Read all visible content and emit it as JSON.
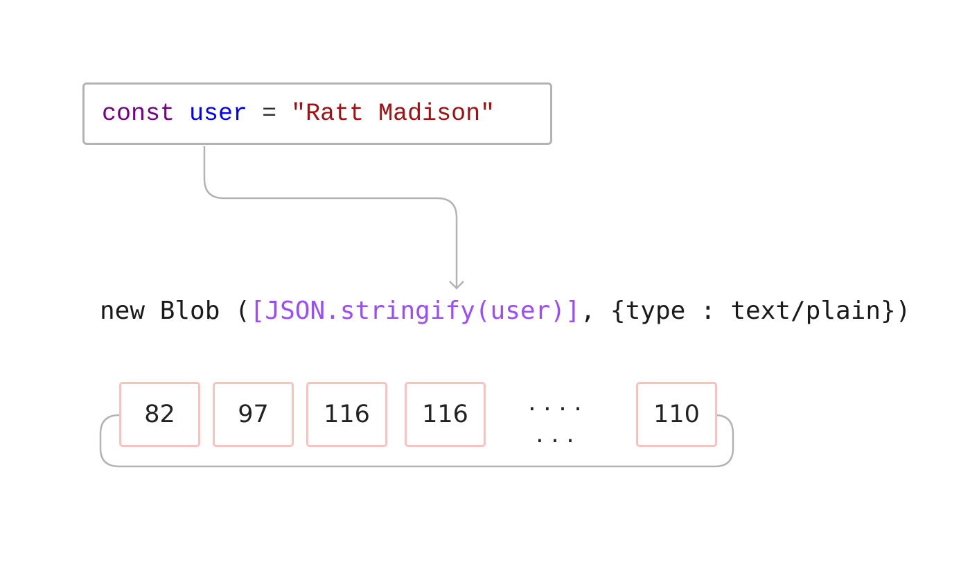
{
  "code_box": {
    "keyword": "const",
    "variable": "user",
    "operator": "=",
    "string": "\"Ratt Madison\""
  },
  "blob_expression": {
    "prefix": "new Blob (",
    "highlight": "[JSON.stringify(user)]",
    "suffix": ", {type : text/plain})"
  },
  "bytes": [
    "82",
    "97",
    "116",
    "116",
    "110"
  ],
  "ellipsis": {
    "line1": "....",
    "line2": "..."
  },
  "colors": {
    "keyword": "#770088",
    "variable": "#0000ff",
    "string": "#a11111",
    "highlight": "#9a4dff",
    "byte_border": "#f8c3bf",
    "connector": "#b3b3b3"
  }
}
